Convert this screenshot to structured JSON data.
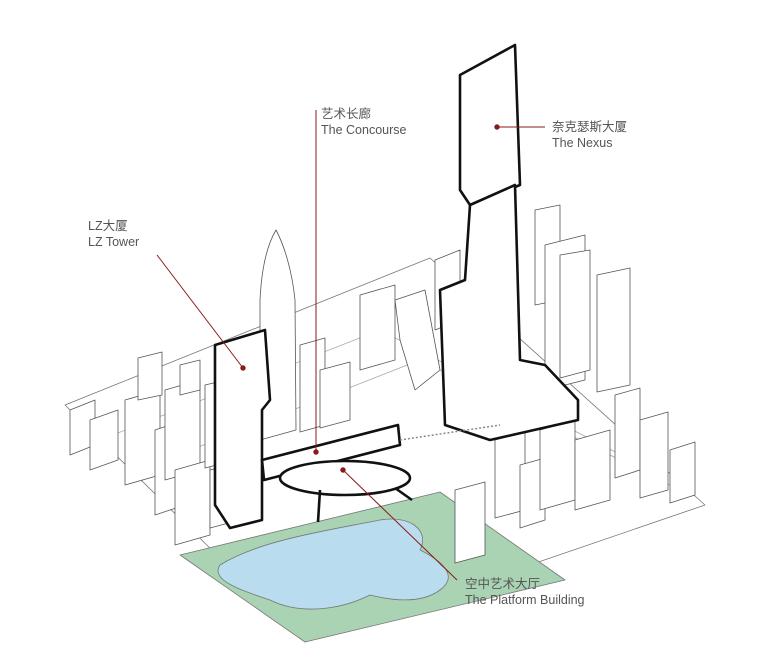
{
  "labels": {
    "concourse": {
      "zh": "艺术长廊",
      "en": "The Concourse"
    },
    "nexus": {
      "zh": "奈克瑟斯大厦",
      "en": "The Nexus"
    },
    "lz_tower": {
      "zh": "LZ大厦",
      "en": "LZ Tower"
    },
    "platform": {
      "zh": "空中艺术大厅",
      "en": "The Platform Building"
    }
  },
  "colors": {
    "leader": "#8b1a1a",
    "park": "#a9d3b3",
    "water": "#b9dcef",
    "line": "#222222",
    "text": "#555555"
  }
}
